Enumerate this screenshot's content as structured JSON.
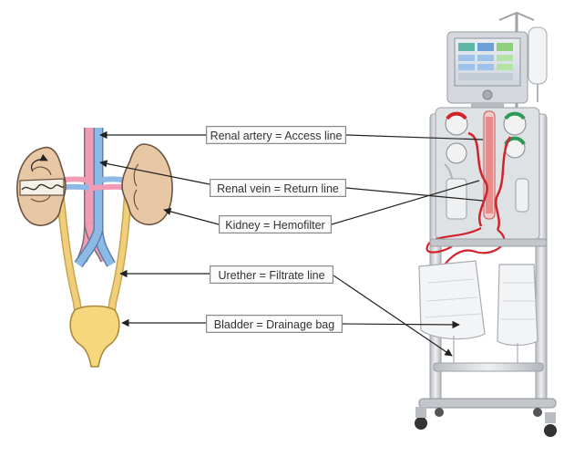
{
  "diagram": {
    "labels": [
      {
        "id": "renal-artery",
        "text": "Renal artery = Access line"
      },
      {
        "id": "renal-vein",
        "text": "Renal vein = Return line"
      },
      {
        "id": "kidney",
        "text": "Kidney = Hemofilter"
      },
      {
        "id": "urether",
        "text": "Urether = Filtrate line"
      },
      {
        "id": "bladder",
        "text": "Bladder = Drainage bag"
      }
    ]
  },
  "colors": {
    "kidney": "#e8c7a4",
    "artery": "#f29bb4",
    "vein": "#8db9e6",
    "ureter": "#f0cf7c",
    "bladder": "#f5d77e",
    "machine_frame": "#c9ccd0",
    "red_line": "#d2232a"
  }
}
